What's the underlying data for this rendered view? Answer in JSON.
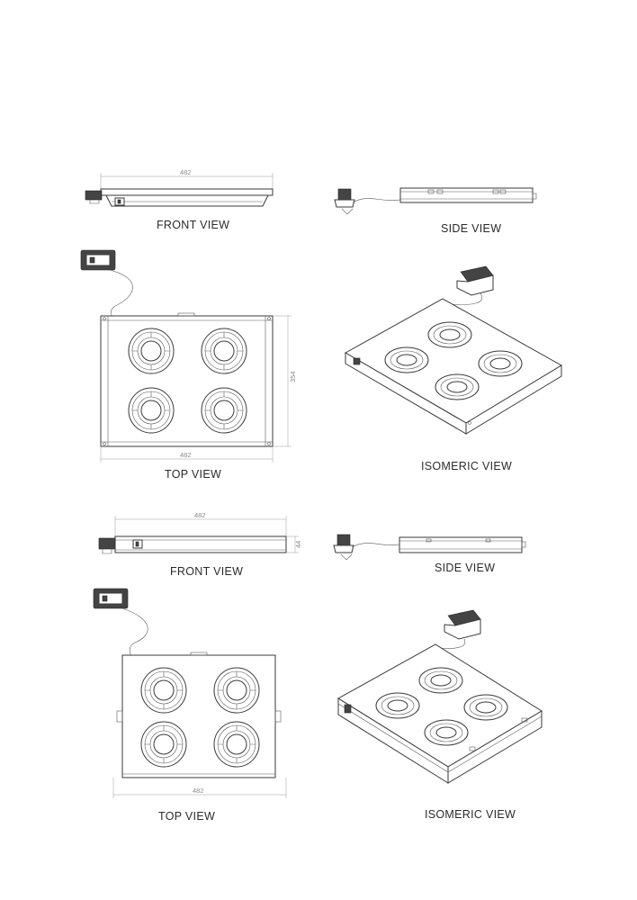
{
  "labels": {
    "front_view_1": "FRONT VIEW",
    "side_view_1": "SIDE VIEW",
    "top_view_1": "TOP VIEW",
    "isometric_view_1": "ISOMERIC VIEW",
    "front_view_2": "FRONT VIEW",
    "side_view_2": "SIDE VIEW",
    "top_view_2": "TOP VIEW",
    "isometric_view_2": "ISOMERIC VIEW"
  },
  "dimensions": {
    "front_width_1": "482",
    "top_width_1": "482",
    "top_depth_1": "354",
    "front_width_2": "482",
    "front_height_2": "44",
    "top_width_2": "482"
  }
}
